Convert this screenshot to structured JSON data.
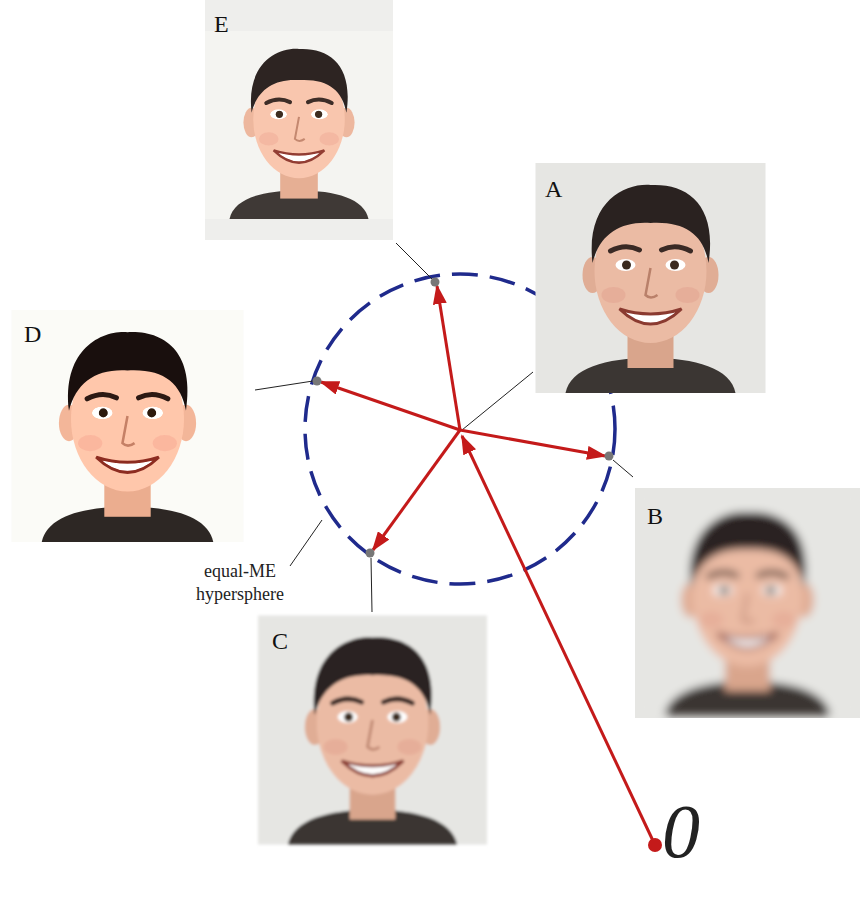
{
  "diagram": {
    "nodes": [
      {
        "text": [
          "E"
        ]
      },
      {
        "text": [
          "A"
        ]
      },
      {
        "text": [
          "D"
        ]
      },
      {
        "text": [
          "B"
        ]
      },
      {
        "text": [
          "C"
        ]
      }
    ],
    "labels": [
      "equal-ME hypersphere",
      "0"
    ]
  }
}
